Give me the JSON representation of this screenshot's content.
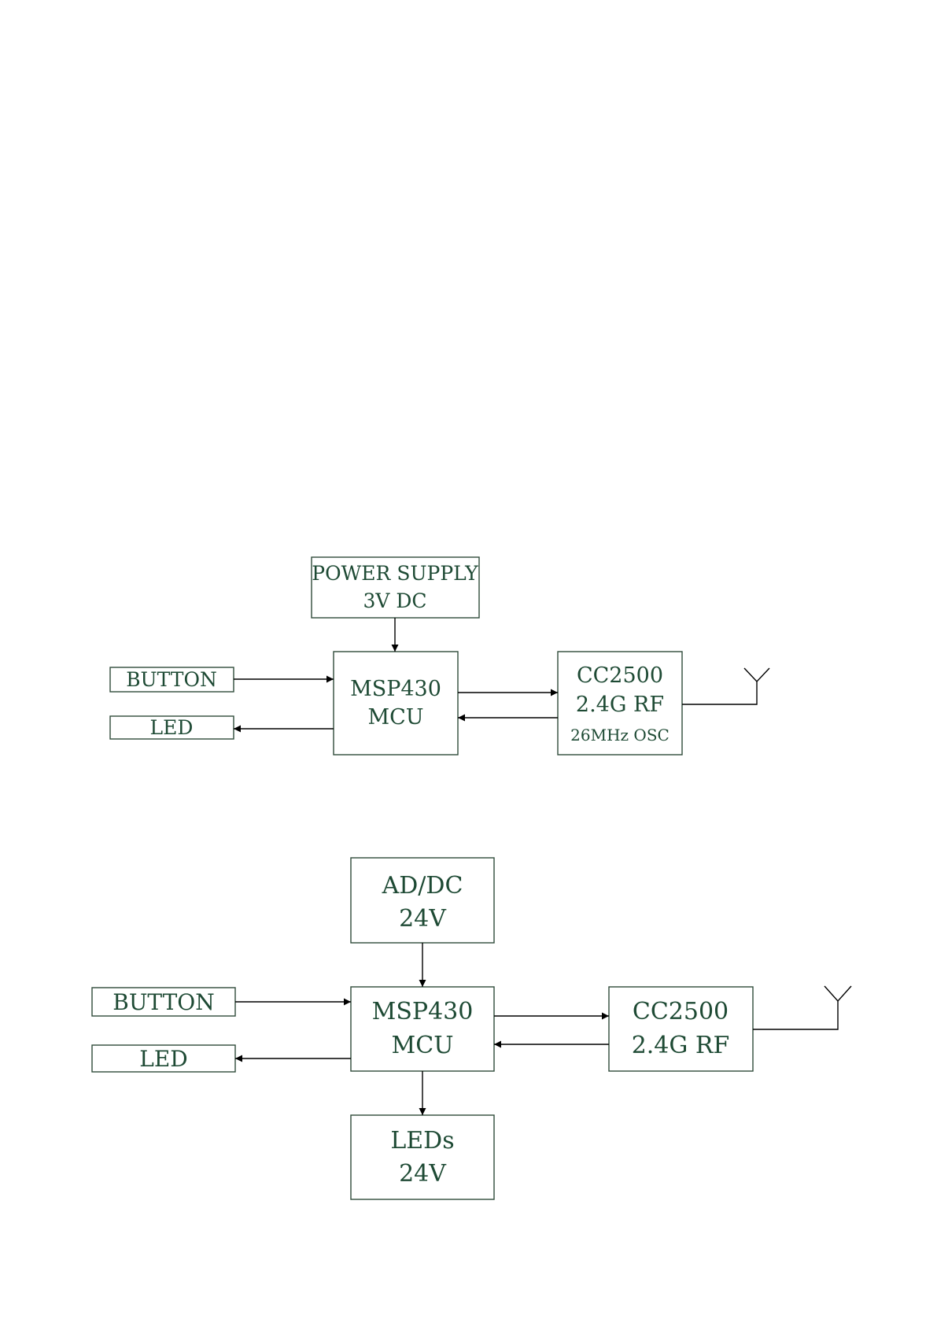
{
  "diagram1": {
    "power_supply": {
      "line1": "POWER SUPPLY",
      "line2": "3V DC"
    },
    "button": "BUTTON",
    "led": "LED",
    "mcu": {
      "line1": "MSP430",
      "line2": "MCU"
    },
    "rf": {
      "line1": "CC2500",
      "line2": "2.4G RF",
      "line3": "26MHz OSC"
    }
  },
  "diagram2": {
    "adc": {
      "line1": "AD/DC",
      "line2": "24V"
    },
    "button": "BUTTON",
    "led": "LED",
    "mcu": {
      "line1": "MSP430",
      "line2": "MCU"
    },
    "rf": {
      "line1": "CC2500",
      "line2": "2.4G RF"
    },
    "leds": {
      "line1": "LEDs",
      "line2": "24V"
    }
  },
  "colors": {
    "box_border": "#2f4b3a",
    "text": "#1e4a34",
    "wire": "#000000"
  }
}
